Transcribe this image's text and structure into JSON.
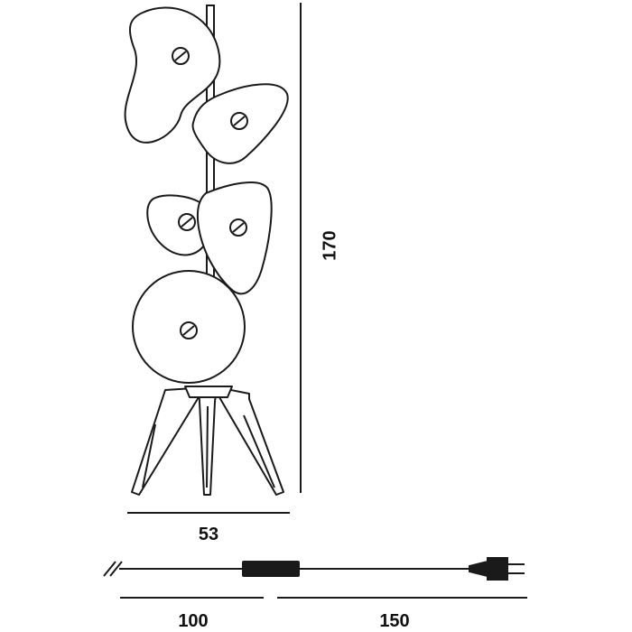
{
  "dimensions": {
    "height": "170",
    "base_width": "53",
    "cable_to_switch": "100",
    "switch_to_plug": "150"
  },
  "colors": {
    "line": "#1a1a1a",
    "background": "#ffffff"
  },
  "icons": [
    "power-plug-icon",
    "inline-switch-icon"
  ]
}
